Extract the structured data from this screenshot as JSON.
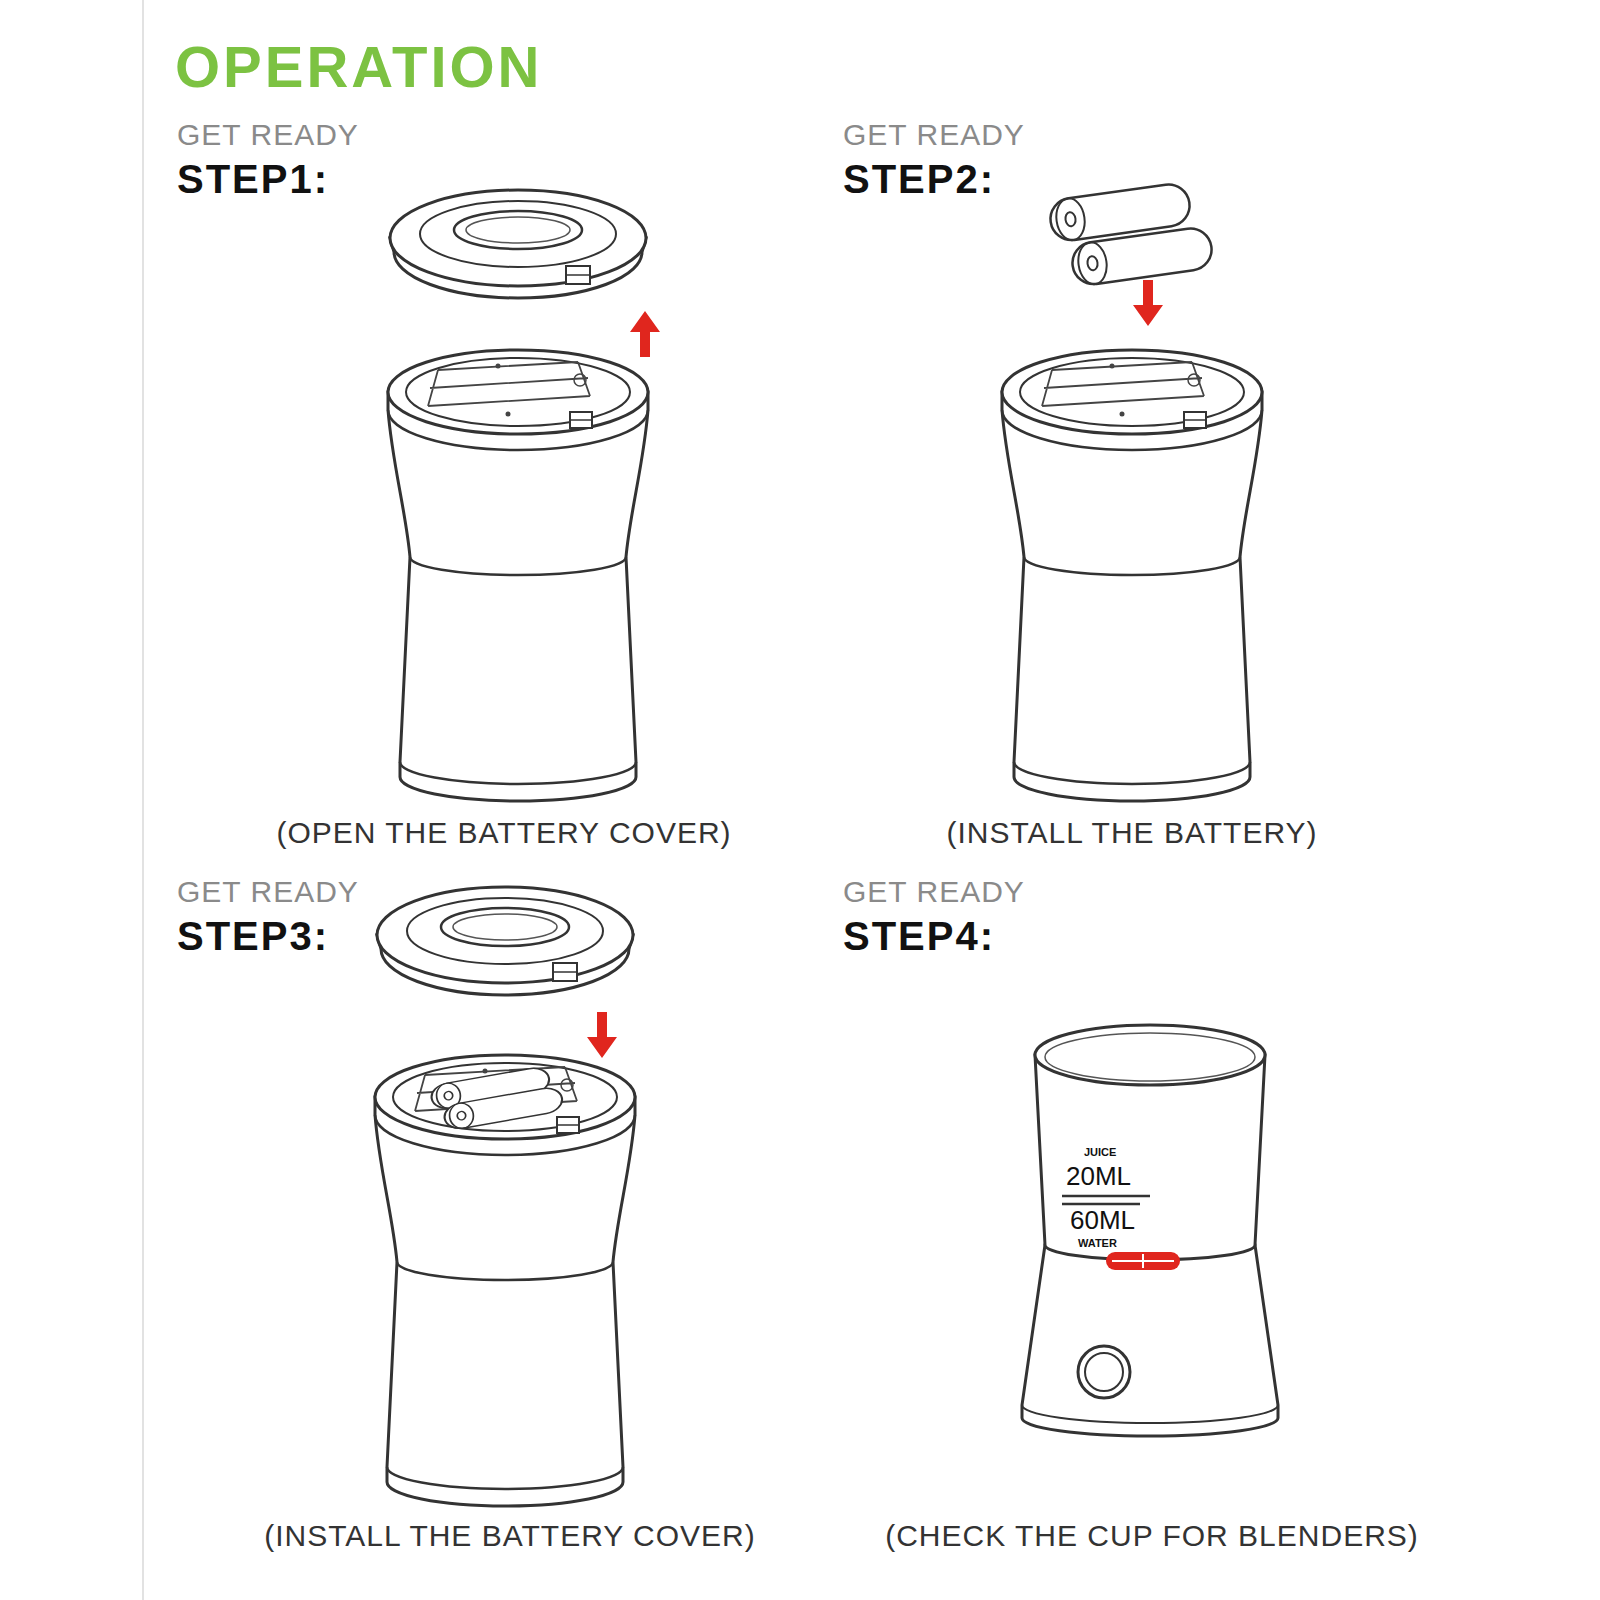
{
  "diagram": {
    "title": "OPERATION",
    "labels": [
      "GET READY",
      "STEP1:",
      "GET READY",
      "STEP2:",
      "(OPEN THE BATTERY COVER)",
      "(INSTALL THE BATTERY)",
      "GET READY",
      "STEP3:",
      "GET READY",
      "STEP4:",
      "JUICE",
      "20ML",
      "60ML",
      "WATER",
      "(INSTALL THE BATTERY COVER)",
      "(CHECK THE CUP FOR BLENDERS)"
    ]
  }
}
